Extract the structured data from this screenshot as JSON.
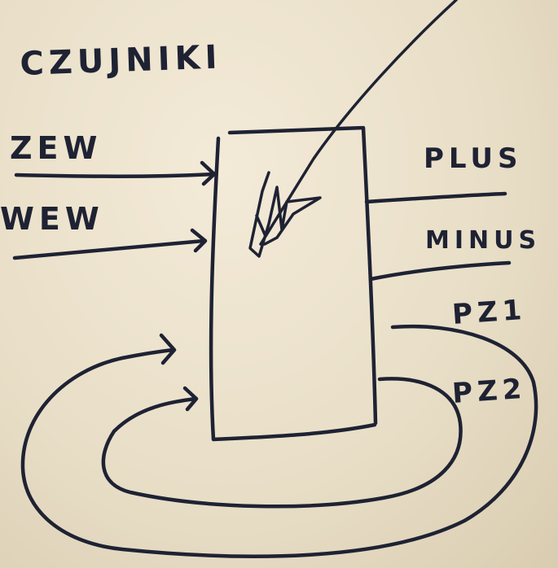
{
  "title": "CZUJNIKI",
  "inputs": [
    "ZEW",
    "WEW"
  ],
  "outputs": [
    "PLUS",
    "MINUS",
    "PZ1",
    "PZ2"
  ],
  "colors": {
    "ink": "#1e2233",
    "paper": "#efe5d0"
  }
}
